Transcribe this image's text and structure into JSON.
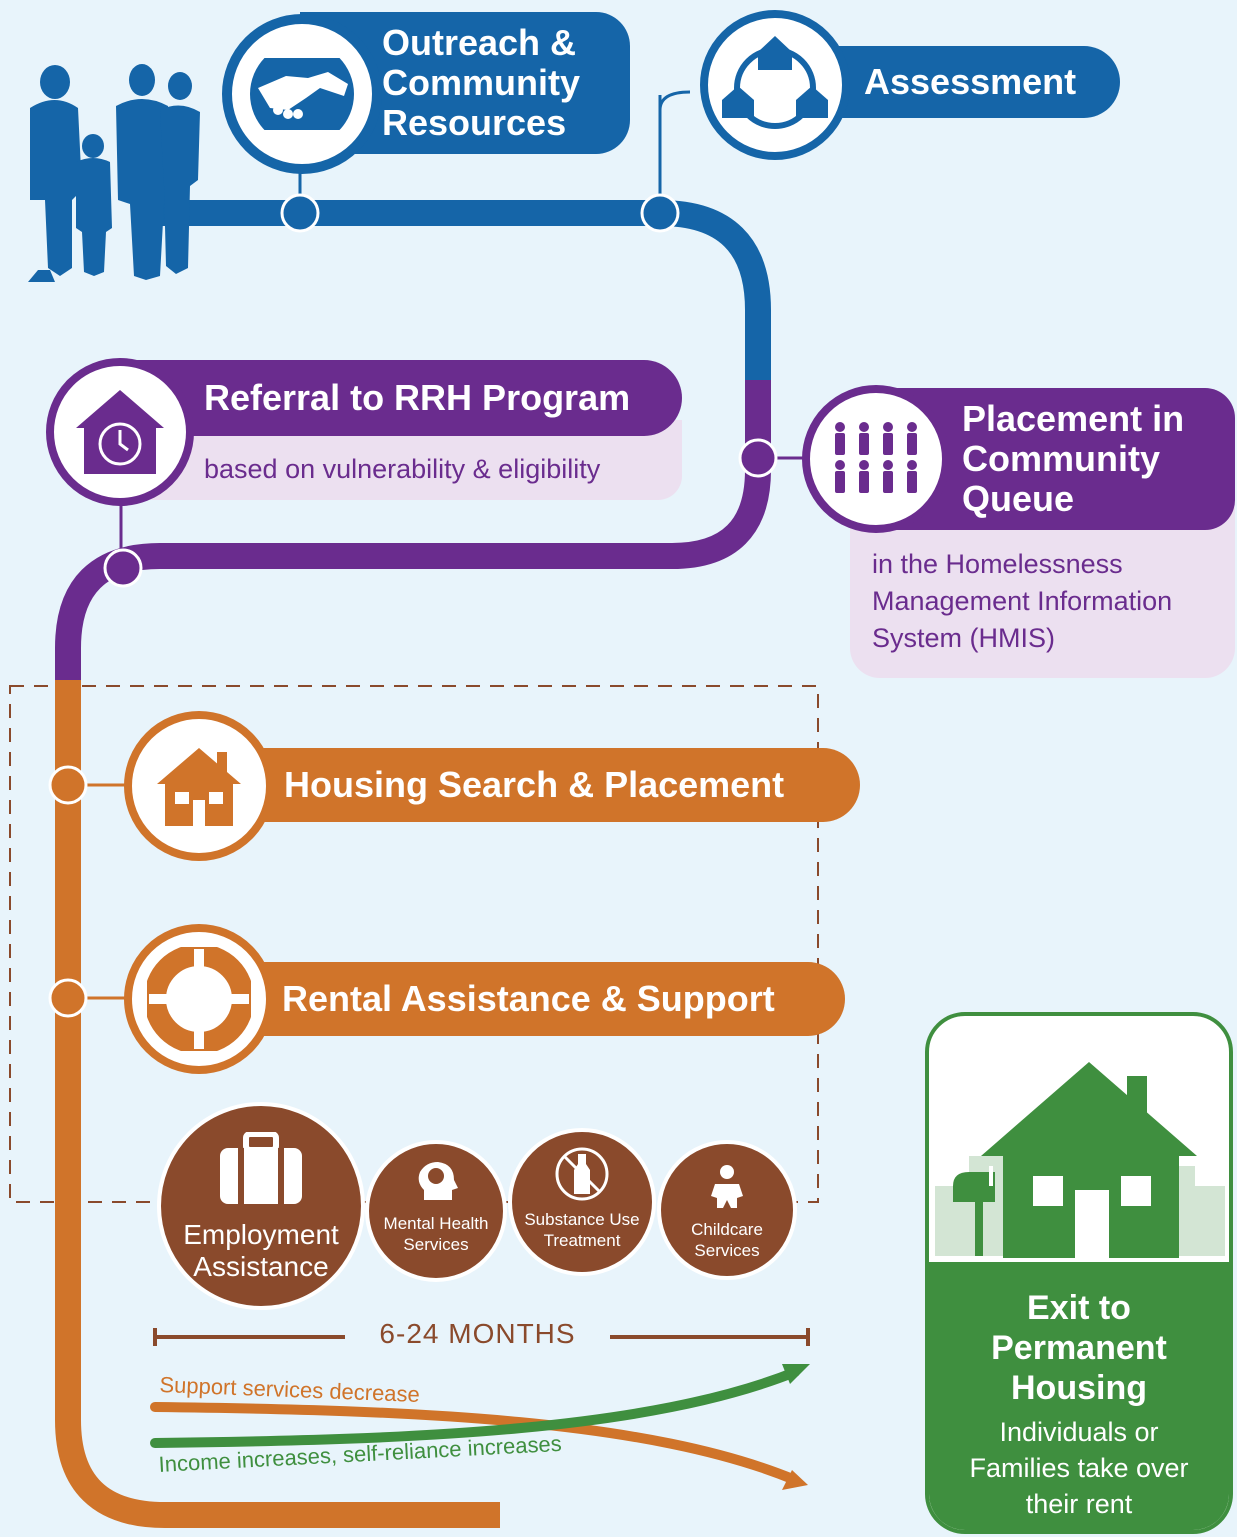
{
  "colors": {
    "blue": "#1565a8",
    "purple": "#6a2c8e",
    "purple_light": "#ece0f0",
    "orange": "#d0742a",
    "brown": "#8a4a2c",
    "green": "#3f8f3f",
    "background": "#e8f4fb"
  },
  "stages": {
    "outreach": {
      "title": "Outreach & Community Resources",
      "icon": "handshake-icon"
    },
    "assessment": {
      "title": "Assessment",
      "icon": "homes-cycle-icon"
    },
    "referral": {
      "title": "Referral to RRH Program",
      "subtitle": "based on vulnerability & eligibility",
      "icon": "house-clock-icon"
    },
    "queue": {
      "title": "Placement in Community Queue",
      "subtitle": "in the Homelessness Management Information System (HMIS)",
      "icon": "people-grid-icon"
    },
    "housing_search": {
      "title": "Housing Search & Placement",
      "icon": "house-icon"
    },
    "rental": {
      "title": "Rental Assistance & Support",
      "icon": "life-ring-icon"
    }
  },
  "services": [
    {
      "label": "Employment Assistance",
      "icon": "briefcase-icon"
    },
    {
      "label": "Mental Health Services",
      "icon": "head-brain-icon"
    },
    {
      "label": "Substance Use Treatment",
      "icon": "no-alcohol-icon"
    },
    {
      "label": "Childcare Services",
      "icon": "baby-icon"
    }
  ],
  "timeline": {
    "duration": "6-24 MONTHS",
    "decrease_label": "Support services decrease",
    "increase_label": "Income increases, self-reliance increases"
  },
  "exit": {
    "title": "Exit to Permanent Housing",
    "subtitle": "Individuals or Families take over their rent",
    "icon": "house-mailbox-icon"
  }
}
